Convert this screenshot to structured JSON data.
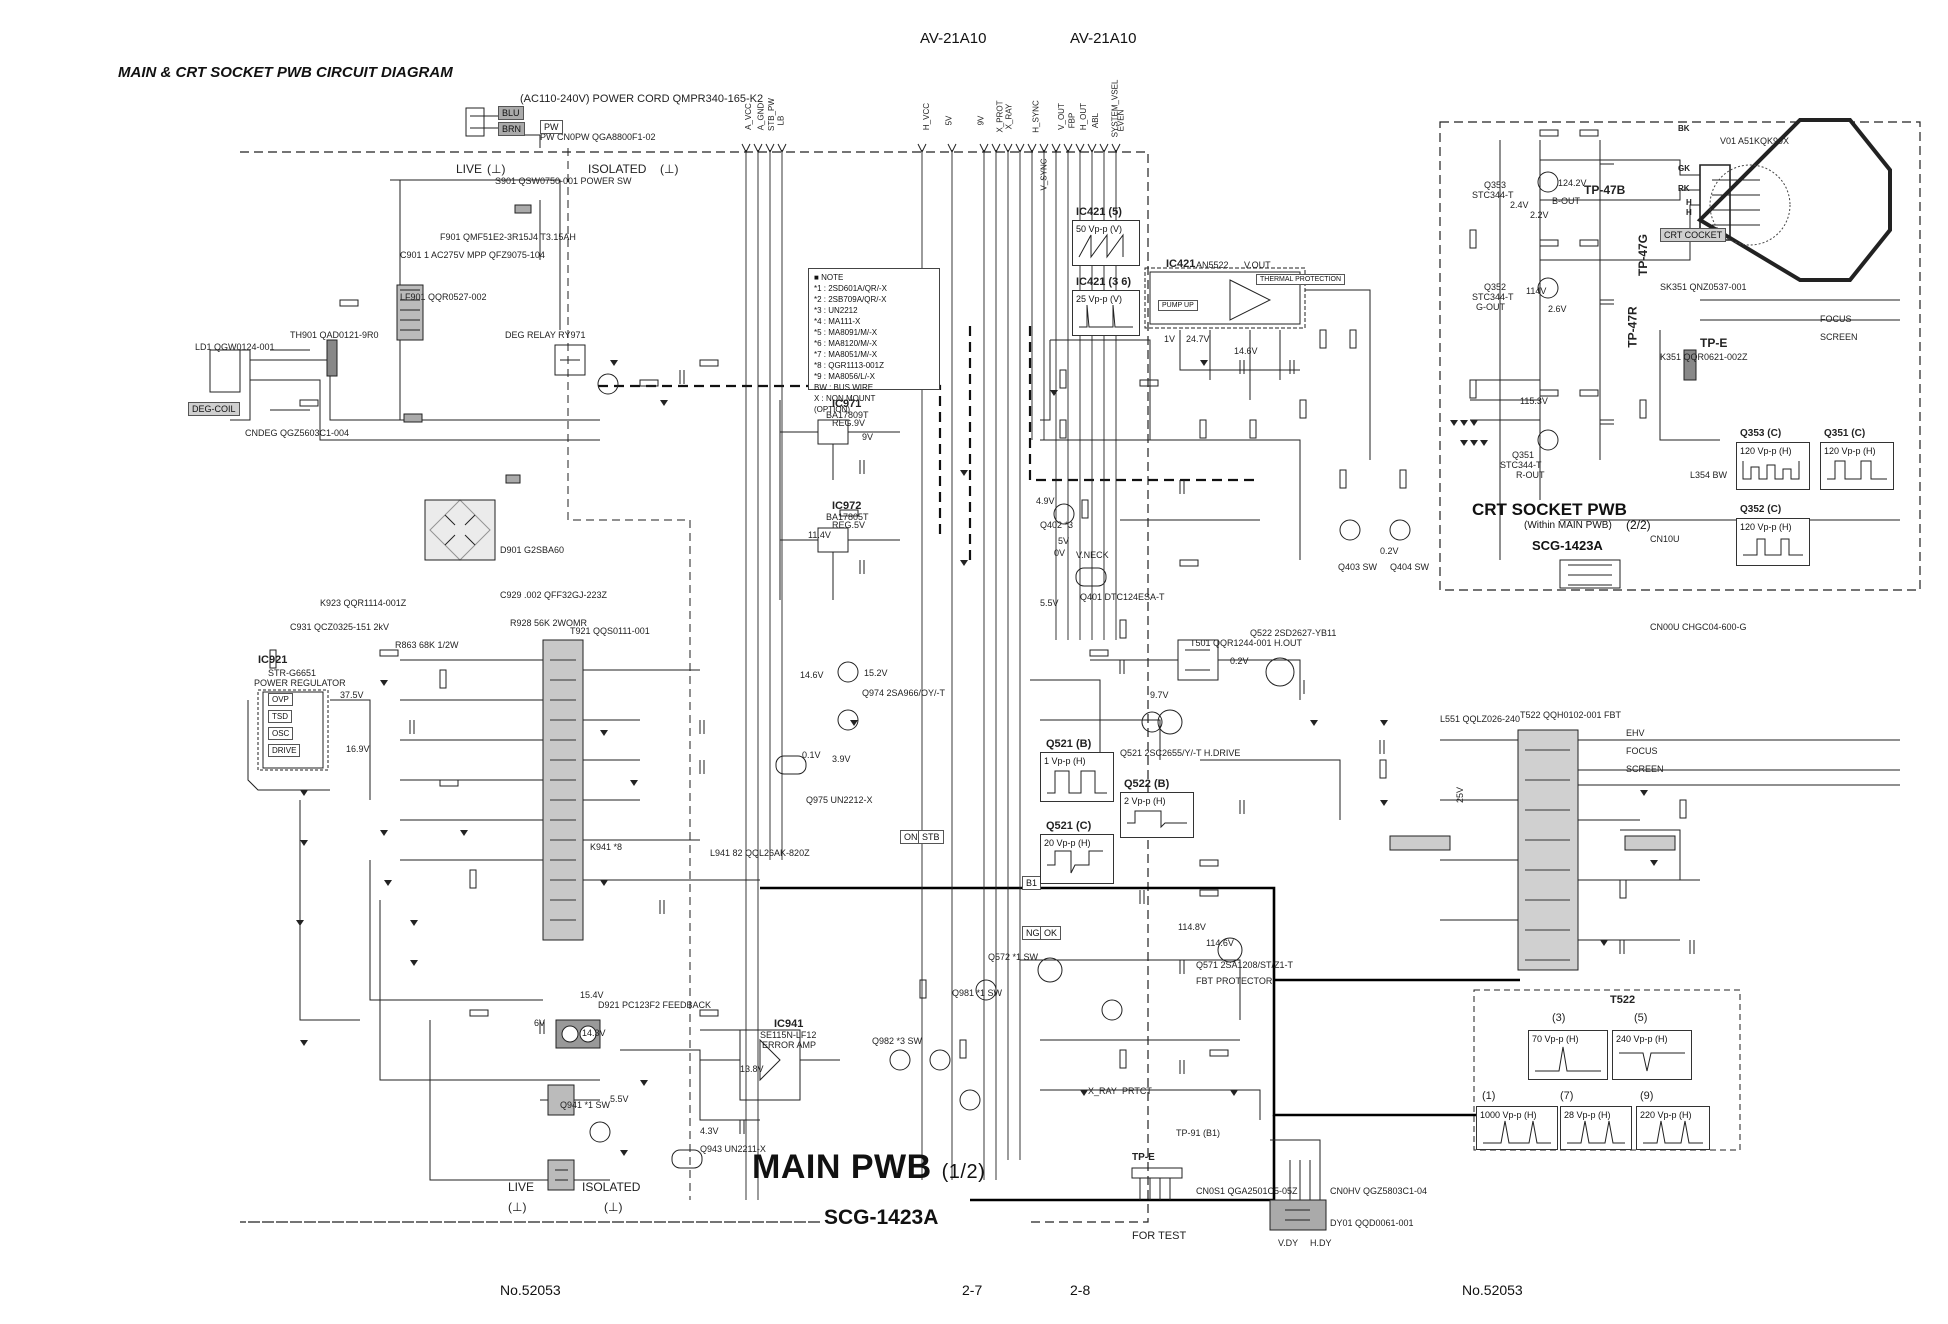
{
  "header": {
    "model_left": "AV-21A10",
    "model_right": "AV-21A10",
    "title": "MAIN & CRT SOCKET PWB CIRCUIT DIAGRAM"
  },
  "footer": {
    "doc_left": "No.52053",
    "page_left": "2-7",
    "page_right": "2-8",
    "doc_right": "No.52053"
  },
  "main_pwb": {
    "title": "MAIN PWB",
    "part": "(1/2)",
    "code": "SCG-1423A"
  },
  "crt_pwb": {
    "title": "CRT SOCKET PWB",
    "subtitle": "(Within MAIN PWB)",
    "part": "(2/2)",
    "code": "SCG-1423A"
  },
  "sections": {
    "live_top": "LIVE",
    "isolated_top": "ISOLATED",
    "live_bottom": "LIVE",
    "isolated_bottom": "ISOLATED",
    "for_test": "FOR TEST"
  },
  "note": {
    "heading": "NOTE",
    "items": [
      "*1 : 2SD601A/QR/-X",
      "*2 : 2SB709A/QR/-X",
      "*3 : UN2212",
      "*4 : MA111-X",
      "*5 : MA8091/M/-X",
      "*6 : MA8120/M/-X",
      "*7 : MA8051/M/-X",
      "*8 : QGR1113-001Z",
      "*9 : MA8056/L/-X",
      "BW : BUS WIRE",
      "X : NON MOUNT",
      "(OPTION)"
    ]
  },
  "bus_signals": [
    "A_VCC",
    "A_GND",
    "STB_PW",
    "LB",
    "H_VCC",
    "5V",
    "9V",
    "X_PROT",
    "X_RAY",
    "V_SYNC",
    "H_SYNC",
    "V_OUT",
    "FBP",
    "H_OUT",
    "ABL",
    "SYSTEM_VSEL",
    "EVEN"
  ],
  "ic_labels": [
    {
      "ref": "IC921",
      "name": "STR-G6651",
      "desc": "POWER REGULATOR"
    },
    {
      "ref": "IC971",
      "name": "BA17809T",
      "desc": "REG.9V"
    },
    {
      "ref": "IC972",
      "name": "BA17805T",
      "desc": "REG.5V"
    },
    {
      "ref": "IC421",
      "name": "AN5522",
      "desc": "V.OUT"
    },
    {
      "ref": "IC941",
      "name": "SE115N-LF12",
      "desc": "ERROR AMP"
    }
  ],
  "ic921_pins": [
    "OVP",
    "TSD",
    "OSC",
    "DRIVE"
  ],
  "ic421_blocks": [
    "THERMAL PROTECTION",
    "PUMP UP"
  ],
  "components_sample": [
    "S901 QSW0750-001 POWER SW",
    "F901 QMF51E2-3R15J4 T3.15AH",
    "C901 1 AC275V MPP QFZ9075-104",
    "LF901 QQR0527-002",
    "TH901 QAD0121-9R0",
    "LD1 QGW0124-001",
    "DEG RELAY RY971",
    "D901 G2SBA60",
    "T921 QQS0111-001",
    "K923 QQR1114-001Z",
    "C931 QCZ0325-151 2kV",
    "R863 68K 1/2W",
    "R928 56K 2WOMR",
    "C929 .002 QFF32GJ-223Z",
    "K941 *8",
    "L941 82 QQL26AK-820Z",
    "Q974 2SA966/OY/-T",
    "Q975 UN2212-X",
    "Q402 *3",
    "Q401 DTC124ESA-T",
    "Q403 SW",
    "Q404 SW",
    "T501 QQR1244-001 H.OUT",
    "Q522 2SD2627-YB11",
    "Q521 2SC2655/Y/-T H.DRIVE",
    "Q572 *1 SW",
    "Q571 2SA1208/ST/Z1-T",
    "Q981 *1 SW",
    "Q982 *3 SW",
    "Q941 *1 SW",
    "Q943 UN2211-X",
    "D921 PC123F2 FEEDBACK",
    "T522 QQH0102-001 FBT",
    "L551 QQLZ026-240",
    "L354 BW",
    "K351 QQR0621-002Z",
    "SK351 QNZ0537-001",
    "V01 A51KQK99X",
    "DY01 QQD0061-001",
    "CN0HV QGZ5803C1-04",
    "CN0S1 QGA2501C5-05Z",
    "CNDEG QGZ5603C1-004",
    "CN10U",
    "CN00U CHGC04-600-G"
  ],
  "tags": [
    "DEG-COIL",
    "CRT COCKET",
    "PW",
    "ON",
    "STB",
    "NG",
    "OK",
    "B1",
    "TP-47B",
    "TP-47G",
    "TP-47R",
    "TP-E",
    "TP-91 (B1)",
    "TP-E"
  ],
  "crt_signals": [
    "BK",
    "GK",
    "RK",
    "H",
    "H",
    "FOCUS",
    "SCREEN",
    "EHV",
    "FOCUS",
    "SCREEN"
  ],
  "crt_transistors": [
    {
      "ref": "Q353",
      "name": "STC344-T",
      "role": "B-OUT"
    },
    {
      "ref": "Q352",
      "name": "STC344-T",
      "role": "G-OUT"
    },
    {
      "ref": "Q351",
      "name": "STC344-T",
      "role": "R-OUT"
    }
  ],
  "voltages": [
    "124.2V",
    "114V",
    "115.3V",
    "2.4V",
    "2.2V",
    "2.6V",
    "4.9V",
    "5V",
    "0.2V",
    "24.7V",
    "1V",
    "14.6V",
    "37.5V",
    "16.9V",
    "9V",
    "0.1V",
    "3.9V",
    "15.2V",
    "14.6V",
    "11.4V",
    "6V",
    "13.8V",
    "14.3V",
    "15.4V",
    "5.5V",
    "4.3V",
    "5.5V",
    "0.2V",
    "9.7V",
    "114.6V",
    "114.8V",
    "25V",
    "0V"
  ],
  "scopes": [
    {
      "ic": "IC421",
      "pin": "5",
      "value": "50",
      "unit": "Vp-p (V)"
    },
    {
      "ic": "IC421",
      "pin": "3 6",
      "value": "25",
      "unit": "Vp-p (V)"
    },
    {
      "ic": "Q521",
      "pin": "B",
      "value": "1",
      "unit": "Vp-p (H)"
    },
    {
      "ic": "Q522",
      "pin": "B",
      "value": "2",
      "unit": "Vp-p (H)"
    },
    {
      "ic": "Q521",
      "pin": "C",
      "value": "20",
      "unit": "Vp-p (H)"
    },
    {
      "ic": "Q353",
      "pin": "C",
      "value": "120",
      "unit": "Vp-p (H)"
    },
    {
      "ic": "Q351",
      "pin": "C",
      "value": "120",
      "unit": "Vp-p (H)"
    },
    {
      "ic": "Q352",
      "pin": "C",
      "value": "120",
      "unit": "Vp-p (H)"
    }
  ],
  "t522_label": "T522",
  "t522_scopes": [
    {
      "pin": "3",
      "value": "70",
      "unit": "Vp-p (H)"
    },
    {
      "pin": "5",
      "value": "240",
      "unit": "Vp-p (H)"
    },
    {
      "pin": "1",
      "value": "1000",
      "unit": "Vp-p (H)"
    },
    {
      "pin": "7",
      "value": "28",
      "unit": "Vp-p (H)"
    },
    {
      "pin": "9",
      "value": "220",
      "unit": "Vp-p (H)"
    }
  ],
  "misc_labels": [
    "X_RAY",
    "PRTCT",
    "FBT",
    "PROTECTOR",
    "V.NECK",
    "V.DY",
    "H.DY",
    "(AC110-240V) POWER CORD QMPR340-165-K2",
    "BLU",
    "BRN",
    "PW CN0PW QGA8800F1-02"
  ]
}
